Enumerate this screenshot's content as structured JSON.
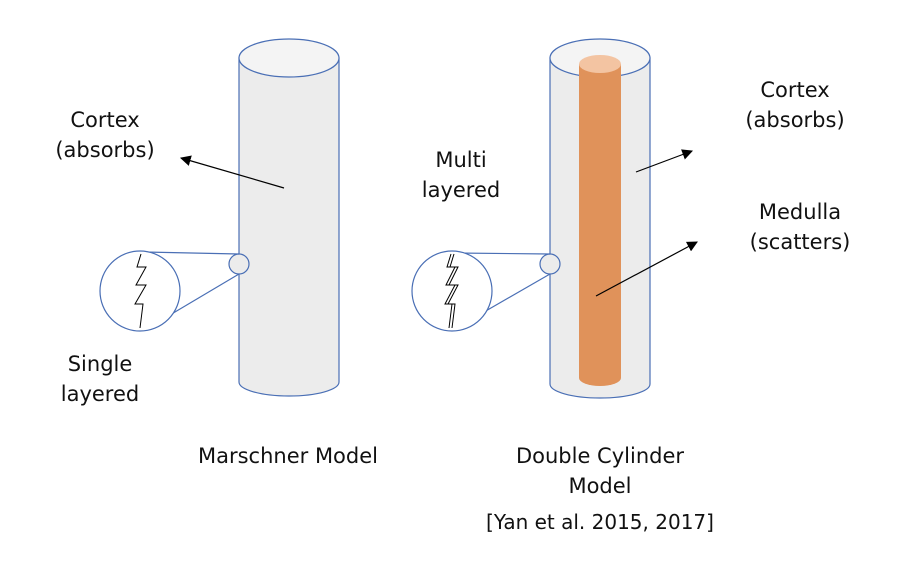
{
  "colors": {
    "outline": "#4a6fb5",
    "cylinder_fill": "#ececec",
    "cylinder_top": "#f4f4f4",
    "medulla": "#e0925a",
    "medulla_top": "#f3c4a2",
    "arrow": "#000000"
  },
  "marschner": {
    "cortex_label": [
      "Cortex",
      "(absorbs)"
    ],
    "layer_label": [
      "Single",
      "layered"
    ],
    "title": "Marschner Model"
  },
  "double_cylinder": {
    "cortex_label": [
      "Cortex",
      "(absorbs)"
    ],
    "medulla_label": [
      "Medulla",
      "(scatters)"
    ],
    "layer_label": [
      "Multi",
      "layered"
    ],
    "title": [
      "Double Cylinder",
      "Model"
    ],
    "citation": "[Yan et al. 2015, 2017]"
  }
}
